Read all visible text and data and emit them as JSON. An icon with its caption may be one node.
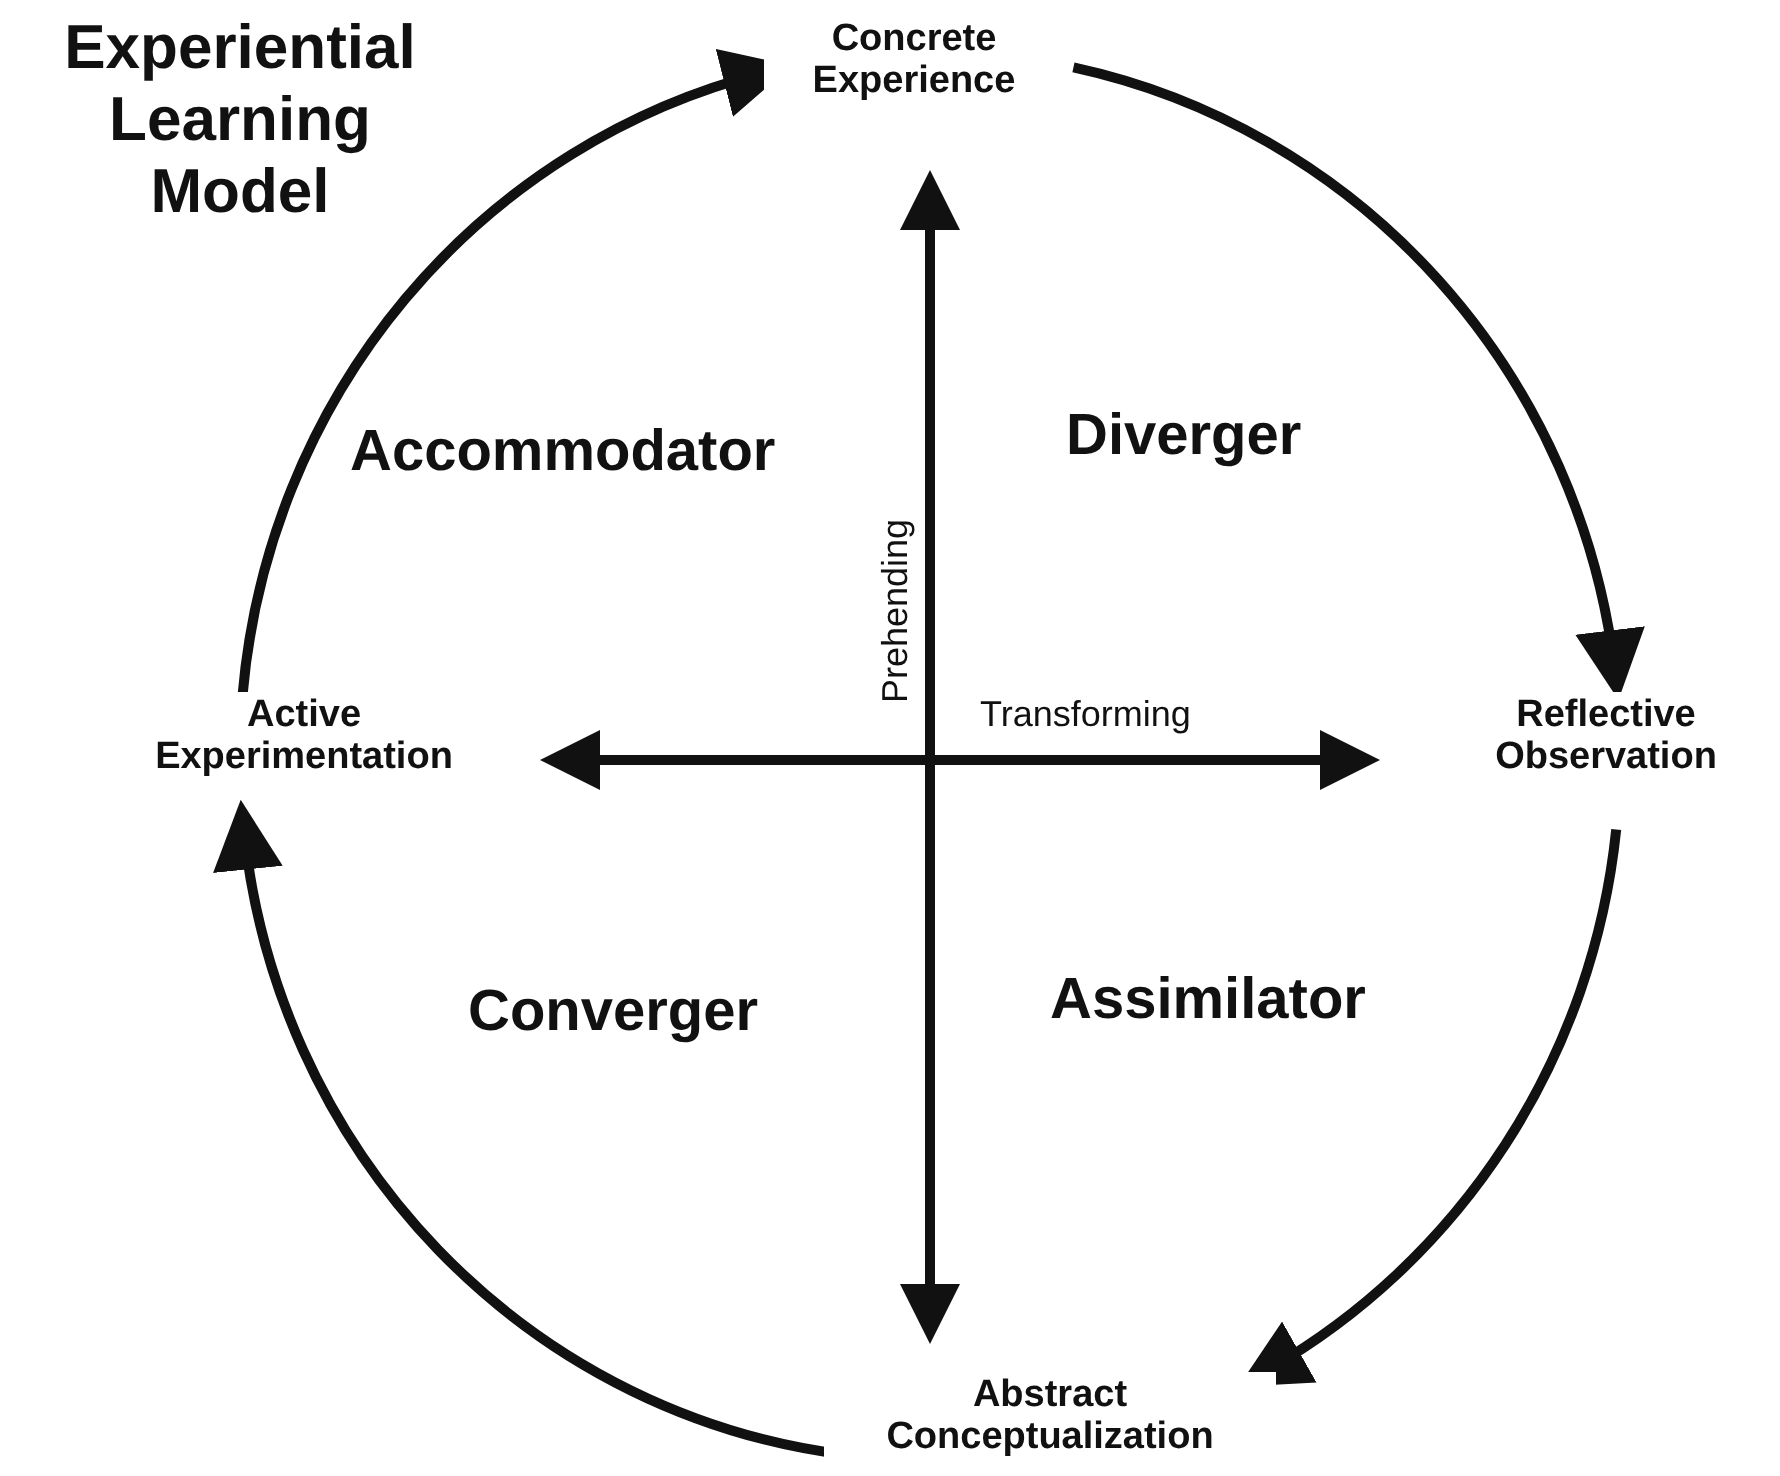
{
  "diagram": {
    "title": "Experiential Learning Model",
    "nodes": [
      {
        "text": [
          "Concrete Experience"
        ]
      },
      {
        "text": [
          "Reflective Observation"
        ]
      },
      {
        "text": [
          "Abstract Conceptualization"
        ]
      },
      {
        "text": [
          "Active Experimentation"
        ]
      }
    ],
    "edges": [
      {
        "from": 0,
        "to": 1,
        "arrow": "to"
      },
      {
        "from": 1,
        "to": 2,
        "arrow": "to"
      },
      {
        "from": 2,
        "to": 3,
        "arrow": "to"
      },
      {
        "from": 3,
        "to": 0,
        "arrow": "to"
      }
    ],
    "labels": [
      "Accommodator",
      "Diverger",
      "Prehending",
      "Transforming",
      "Converger",
      "Assimilator"
    ]
  }
}
